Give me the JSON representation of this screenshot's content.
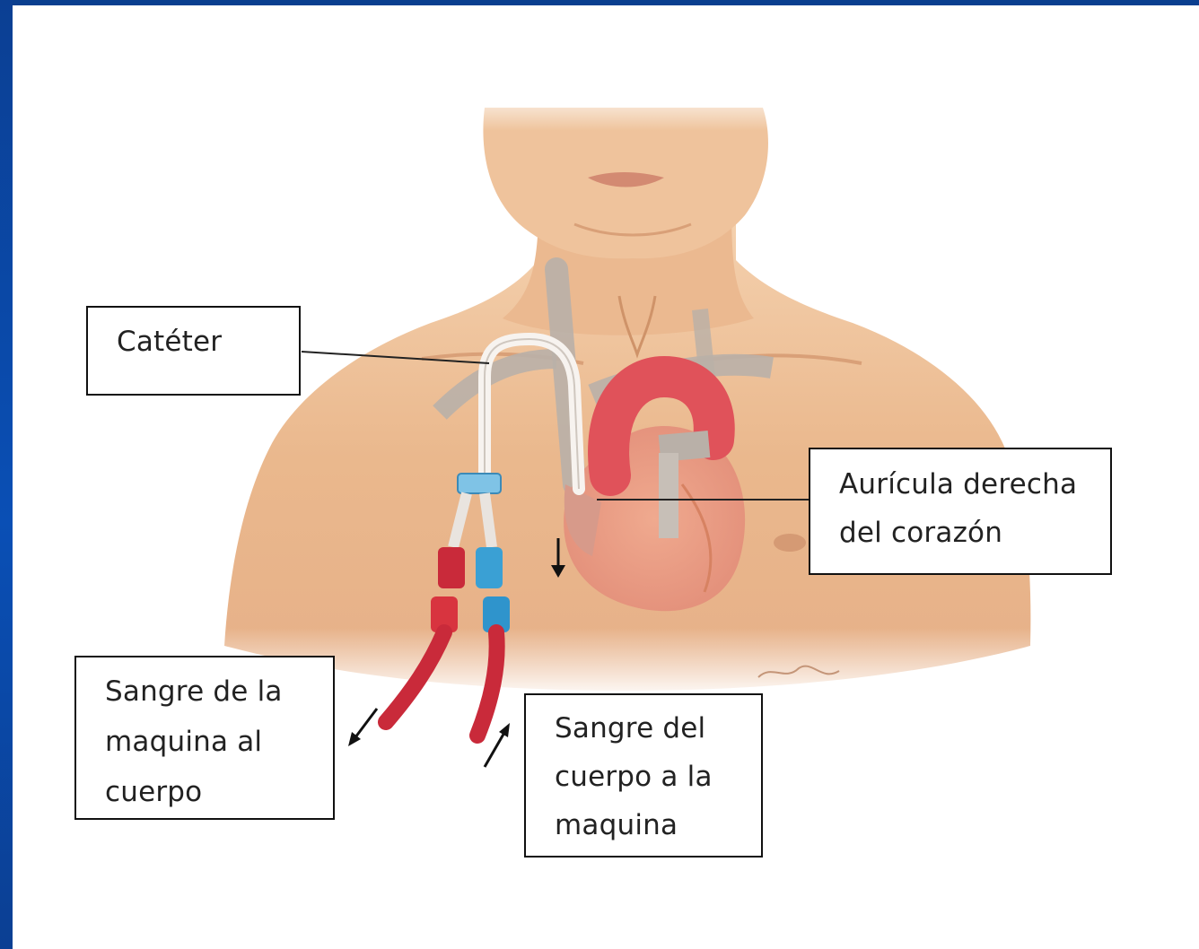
{
  "labels": {
    "cateter": [
      "Catéter"
    ],
    "auricula": [
      "Aurícula derecha",
      "del corazón"
    ],
    "maquina_cuerpo": [
      "Sangre de la",
      "maquina al",
      "cuerpo"
    ],
    "cuerpo_maquina": [
      "Sangre del",
      "cuerpo a la",
      "maquina"
    ]
  },
  "colors": {
    "skin": "#eebd92",
    "skin_shadow": "#d89c6c",
    "heart": "#e0525a",
    "red_line": "#c92a3a",
    "blue_line": "#3aa0d4",
    "vessel_gray": "#b9b0a8",
    "frame_blue": "#0a4fb5"
  },
  "icons": [
    "down-arrow-icon",
    "outflow-arrow-icon",
    "inflow-arrow-icon"
  ]
}
